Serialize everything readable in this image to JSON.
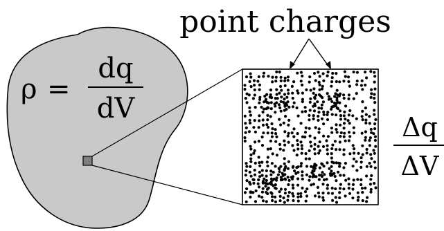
{
  "diagram": {
    "callout_label": "point charges",
    "density_formula": {
      "lhs": "ρ",
      "equals": "=",
      "numerator": "dq",
      "denominator": "dV"
    },
    "ratio_formula": {
      "numerator": "Δq",
      "denominator": "ΔV"
    },
    "colors": {
      "blob_fill": "#c9c9c9",
      "small_box_fill": "#7f7f7f",
      "stroke": "#000000",
      "dots": "#000000"
    }
  }
}
